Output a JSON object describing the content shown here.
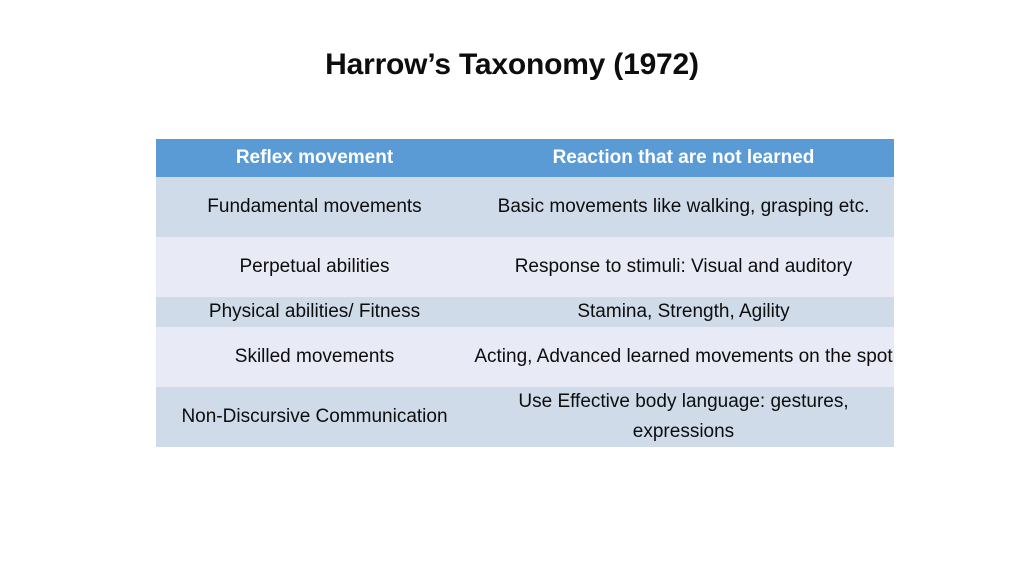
{
  "slide": {
    "title": "Harrow’s Taxonomy (1972)",
    "background_color": "#ffffff"
  },
  "table": {
    "header_background": "#5b9bd5",
    "header_text_color": "#ffffff",
    "row_shade_dark": "#d0dbea",
    "row_shade_light": "#e8ebf5",
    "body_text_color": "#0d0d0d",
    "columns": [
      "Reflex movement",
      "Reaction that are not learned"
    ],
    "rows": [
      {
        "category": "Fundamental movements",
        "description": "Basic movements like walking, grasping etc."
      },
      {
        "category": "Perpetual abilities",
        "description": "Response to stimuli: Visual and auditory"
      },
      {
        "category": "Physical abilities/ Fitness",
        "description": "Stamina, Strength, Agility"
      },
      {
        "category": "Skilled movements",
        "description": "Acting, Advanced learned movements on the spot"
      },
      {
        "category": "Non-Discursive Communication",
        "description": "Use Effective body language: gestures, expressions"
      }
    ]
  }
}
